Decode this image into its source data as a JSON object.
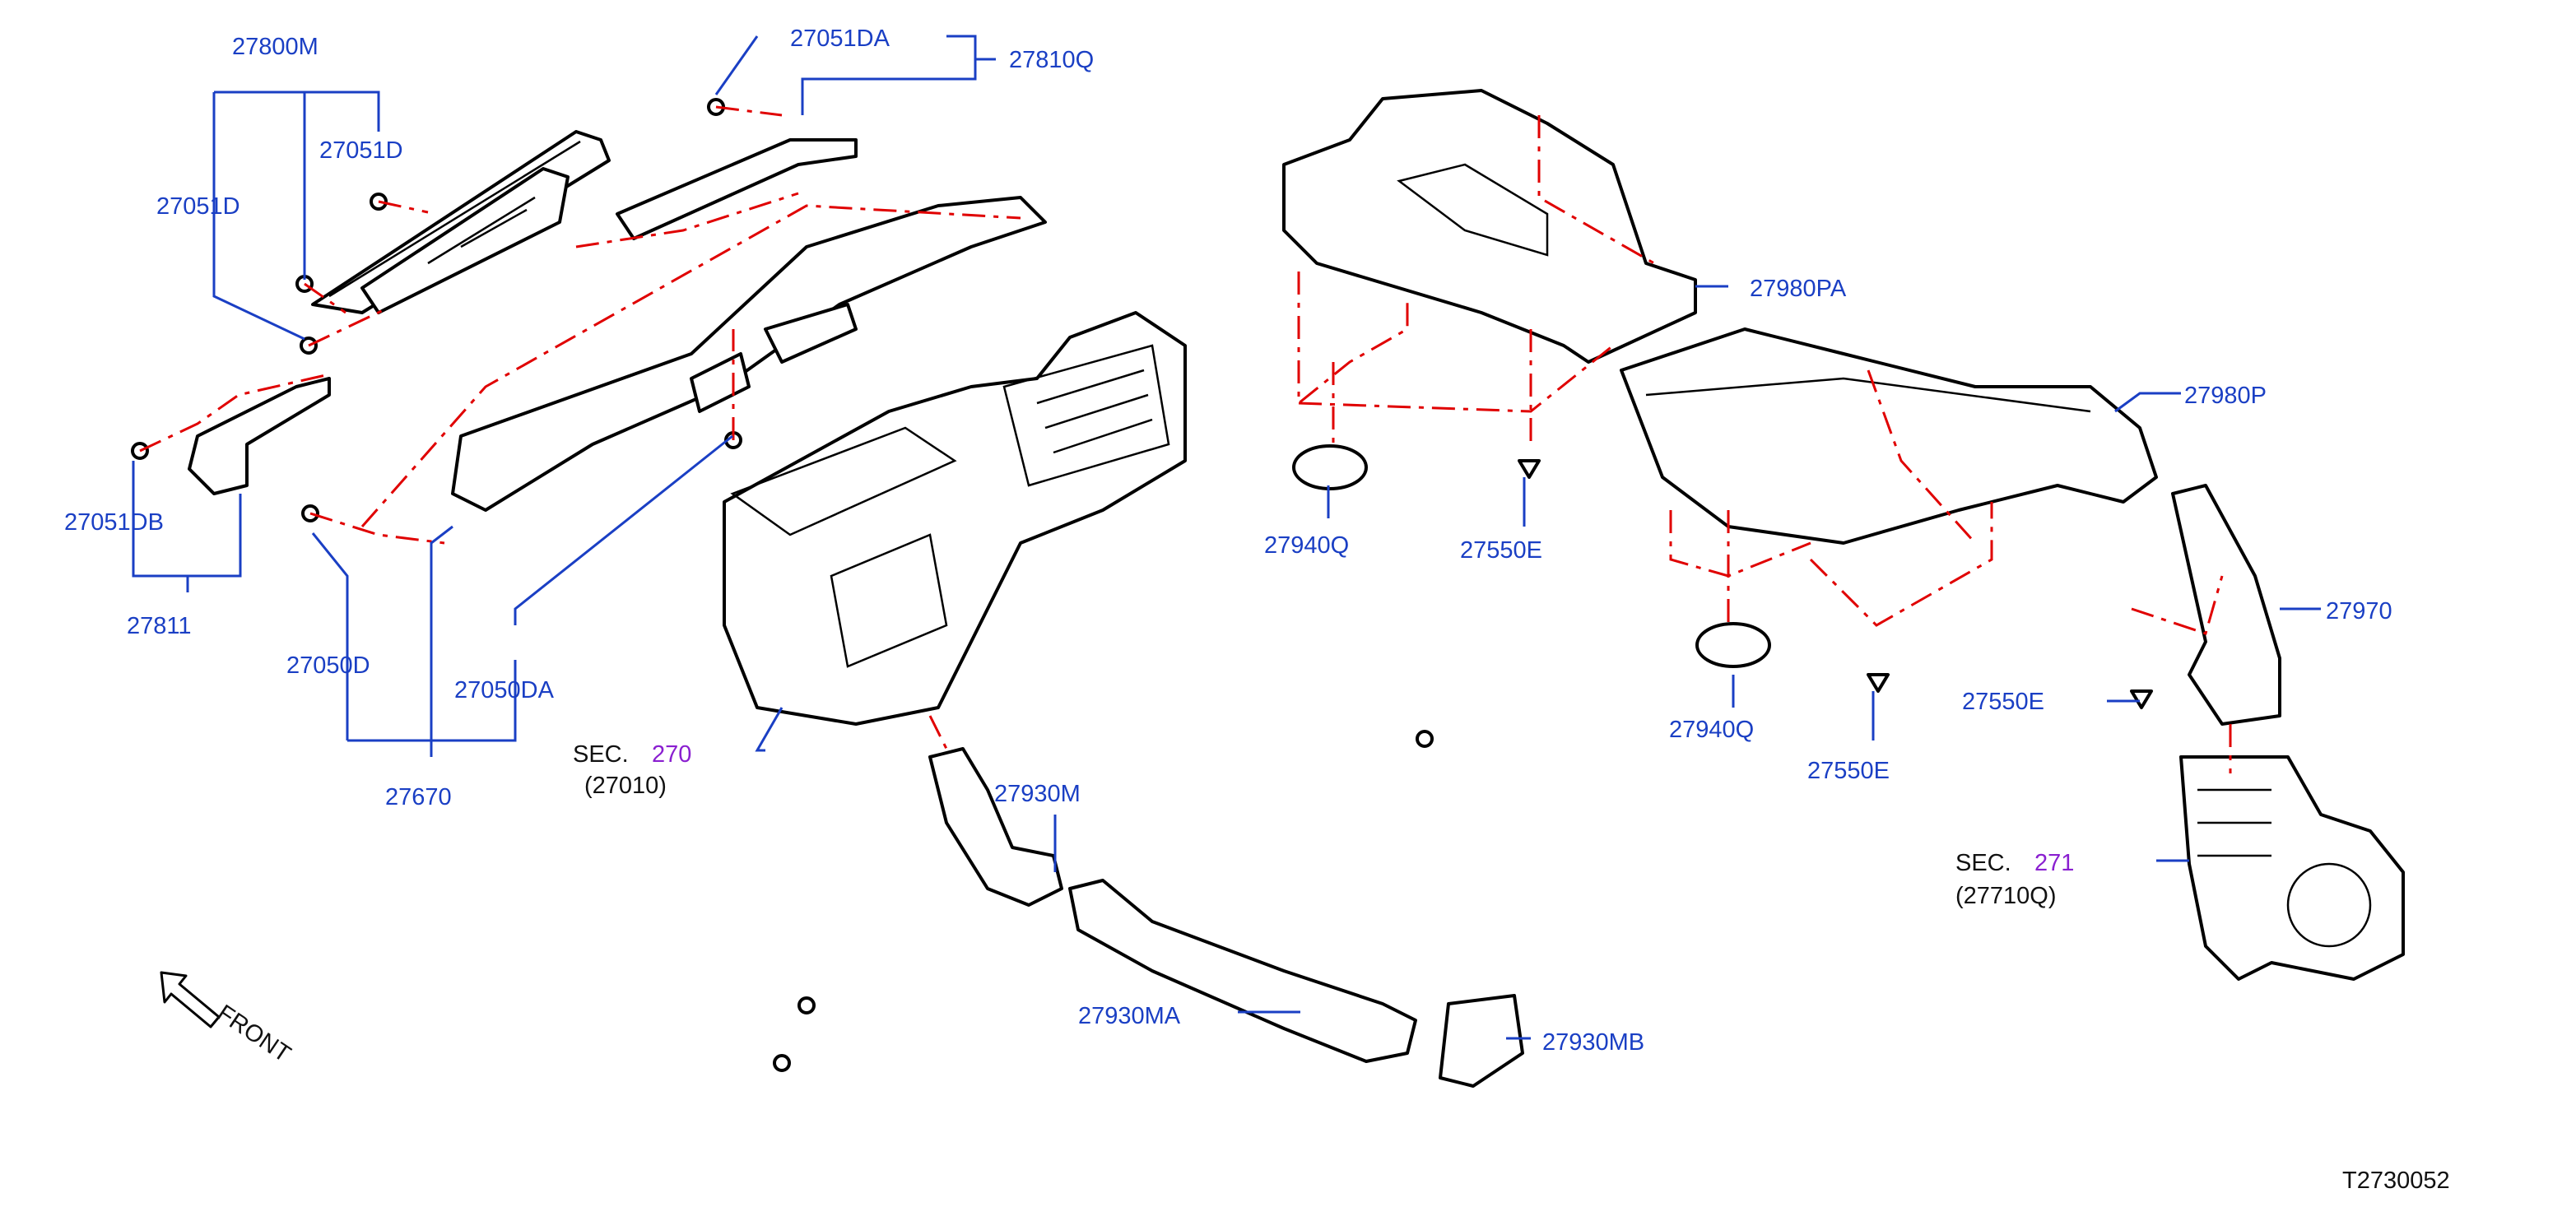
{
  "diagram_id": "T2730052",
  "front_label": "FRONT",
  "labels": {
    "p27800M": "27800M",
    "p27051D_top": "27051D",
    "p27051D_left": "27051D",
    "p27051DA": "27051DA",
    "p27810Q": "27810Q",
    "p27051DB": "27051DB",
    "p27811": "27811",
    "p27050D": "27050D",
    "p27050DA": "27050DA",
    "p27670": "27670",
    "p27930M": "27930M",
    "p27930MA": "27930MA",
    "p27930MB": "27930MB",
    "p27980PA": "27980PA",
    "p27980P": "27980P",
    "p27940Q_a": "27940Q",
    "p27940Q_b": "27940Q",
    "p27550E_a": "27550E",
    "p27550E_b": "27550E",
    "p27550E_c": "27550E",
    "p27970": "27970"
  },
  "sections": {
    "heater": {
      "prefix": "SEC.",
      "number": "270",
      "part": "(27010)"
    },
    "blower": {
      "prefix": "SEC.",
      "number": "271",
      "part": "(27710Q)"
    }
  },
  "colors": {
    "label": "#1a3fc4",
    "guide": "#e00000",
    "section": "#8a1fd0"
  }
}
